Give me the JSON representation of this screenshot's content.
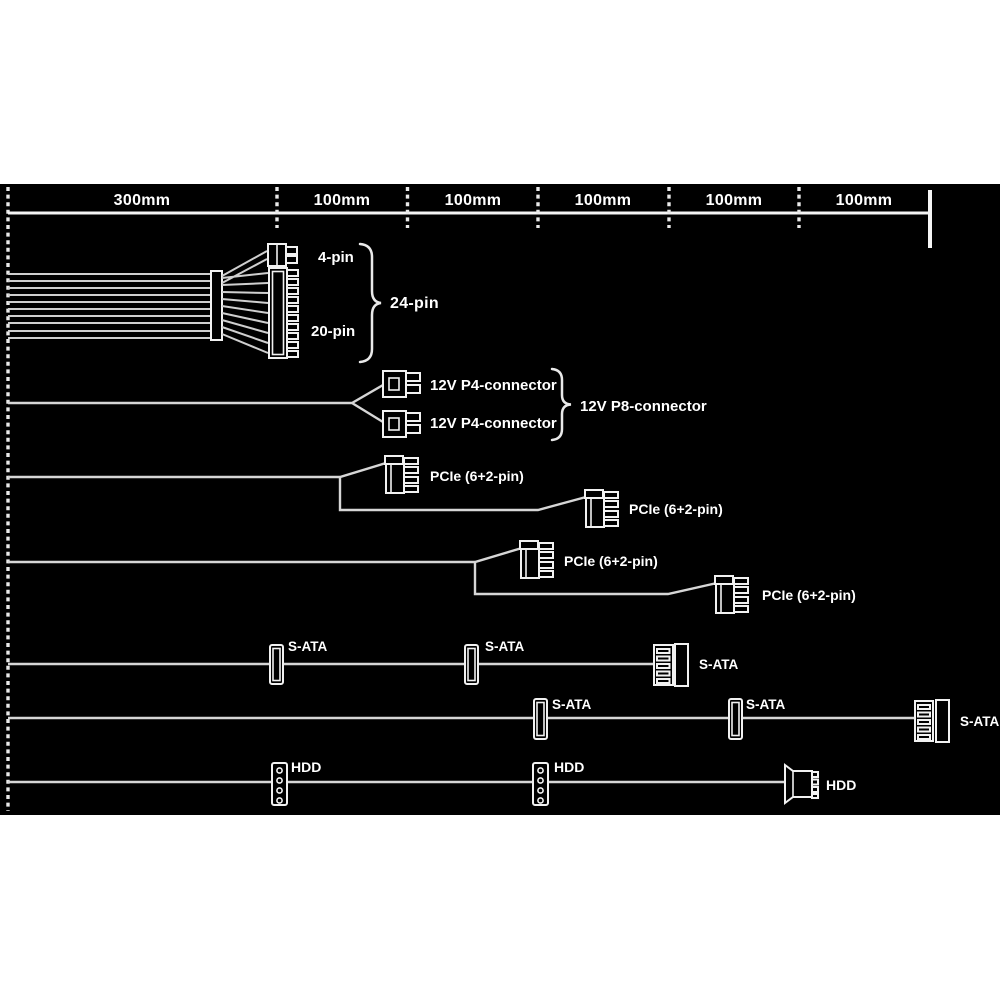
{
  "ruler": {
    "labels": [
      "300mm",
      "100mm",
      "100mm",
      "100mm",
      "100mm",
      "100mm"
    ]
  },
  "atx": {
    "four_pin": "4-pin",
    "twenty_pin": "20-pin",
    "total": "24-pin"
  },
  "cpu": {
    "p4_labels": [
      "12V P4-connector",
      "12V P4-connector"
    ],
    "p8_label": "12V P8-connector"
  },
  "pcie": {
    "labels": [
      "PCIe (6+2-pin)",
      "PCIe (6+2-pin)",
      "PCIe (6+2-pin)",
      "PCIe (6+2-pin)"
    ]
  },
  "sata": {
    "labels": [
      "S-ATA",
      "S-ATA",
      "S-ATA",
      "S-ATA",
      "S-ATA",
      "S-ATA"
    ]
  },
  "hdd": {
    "labels": [
      "HDD",
      "HDD",
      "HDD"
    ]
  },
  "colors": {
    "background": "#ffffff",
    "panel": "#000000",
    "ink": "#ffffff"
  }
}
